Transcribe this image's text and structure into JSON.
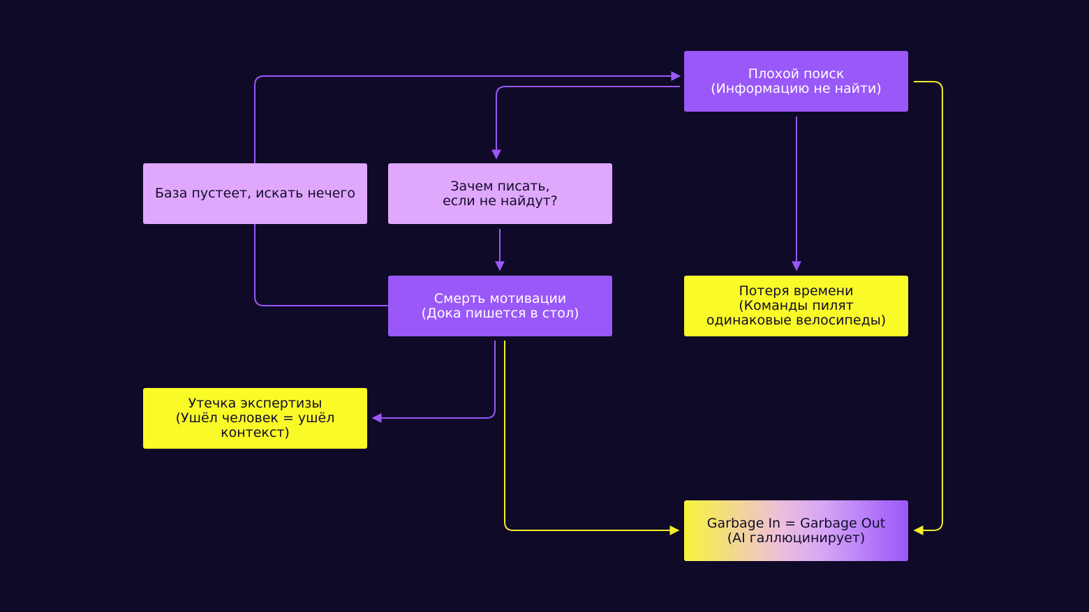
{
  "colors": {
    "background": "#0f0a28",
    "violet_arrow": "#9a58f8",
    "yellow_arrow": "#f5ee2a",
    "violet_box": "#9a58f8",
    "lilac_box": "#e0a8fd",
    "yellow_box": "#fafa28"
  },
  "nodes": {
    "bad_search": {
      "line1": "Плохой поиск",
      "line2": "(Информацию не найти)"
    },
    "base_empty": {
      "line1": "База пустеет, искать нечего"
    },
    "why_write": {
      "line1": "Зачем писать,",
      "line2": "если не найдут?"
    },
    "motivation_death": {
      "line1": "Смерть мотивации",
      "line2": "(Дока пишется в стол)"
    },
    "time_loss": {
      "line1": "Потеря времени",
      "line2": "(Команды пилят",
      "line3": "одинаковые велосипеды)"
    },
    "expertise_leak": {
      "line1": "Утечка экспертизы",
      "line2": "(Ушёл человек = ушёл",
      "line3": "контекст)"
    },
    "garbage": {
      "line1": "Garbage In = Garbage Out",
      "line2": "(AI галлюцинирует)"
    }
  }
}
